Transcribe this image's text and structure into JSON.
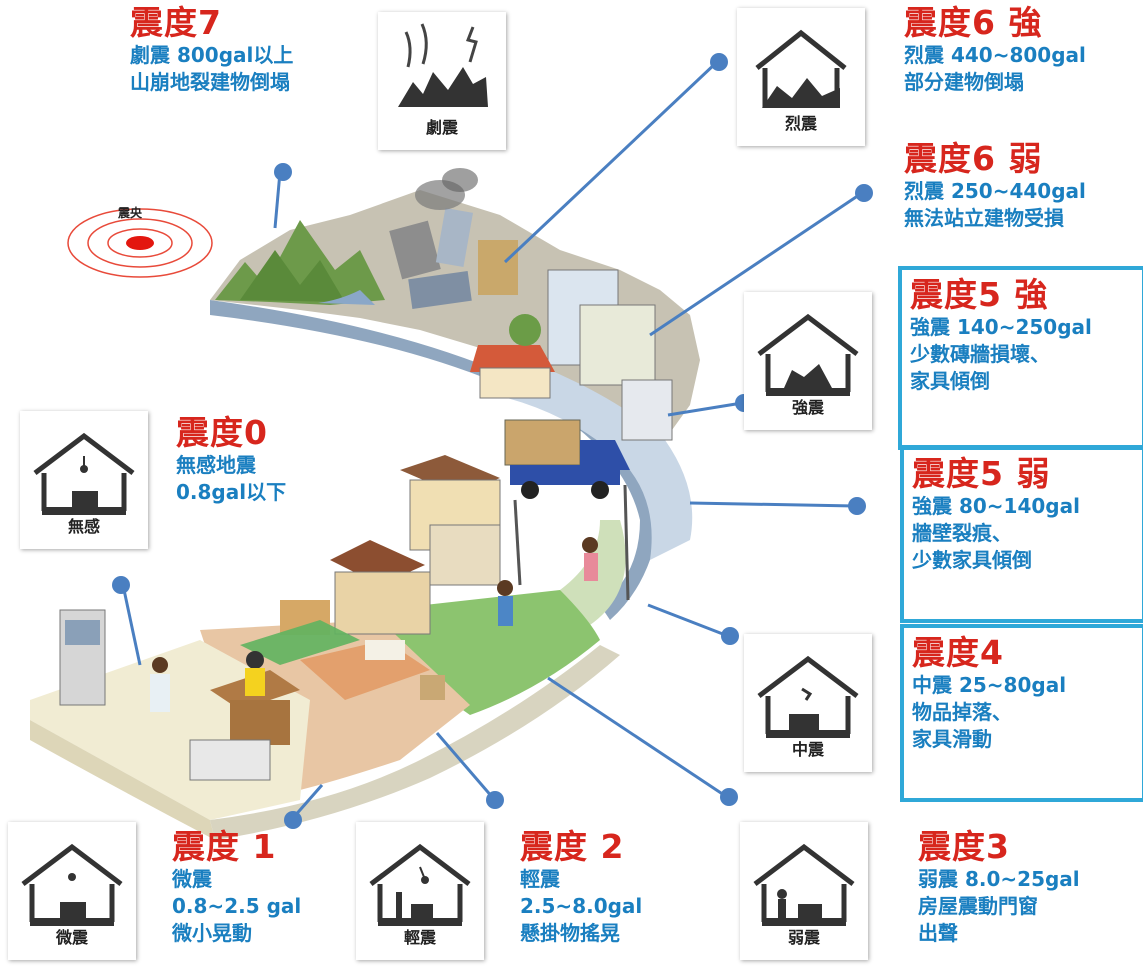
{
  "epicenter_label": "震央",
  "levels": [
    {
      "id": "7",
      "title": "震度7",
      "lines": [
        "劇震 800gal以上",
        "山崩地裂建物倒塌"
      ],
      "card": "劇震",
      "framed": false
    },
    {
      "id": "6s",
      "title": "震度6 強",
      "lines": [
        "烈震 440~800gal",
        "部分建物倒塌"
      ],
      "card": "烈震",
      "framed": false
    },
    {
      "id": "6w",
      "title": "震度6 弱",
      "lines": [
        "烈震 250~440gal",
        "無法站立建物受損"
      ],
      "card": null,
      "framed": false
    },
    {
      "id": "5s",
      "title": "震度5 強",
      "lines": [
        "強震 140~250gal",
        "少數磚牆損壞、",
        "家具傾倒"
      ],
      "card": "強震",
      "framed": true
    },
    {
      "id": "5w",
      "title": "震度5 弱",
      "lines": [
        "強震 80~140gal",
        "牆壁裂痕、",
        "少數家具傾倒"
      ],
      "card": null,
      "framed": true
    },
    {
      "id": "4",
      "title": "震度4",
      "lines": [
        "中震 25~80gal",
        "物品掉落、",
        "家具滑動"
      ],
      "card": "中震",
      "framed": true
    },
    {
      "id": "0",
      "title": "震度0",
      "lines": [
        "無感地震",
        "0.8gal以下"
      ],
      "card": "無感",
      "framed": false
    },
    {
      "id": "1",
      "title": "震度 1",
      "lines": [
        "微震",
        "0.8~2.5 gal",
        "微小晃動"
      ],
      "card": "微震",
      "framed": false
    },
    {
      "id": "2",
      "title": "震度 2",
      "lines": [
        "輕震",
        "2.5~8.0gal",
        "懸掛物搖晃"
      ],
      "card": "輕震",
      "framed": false
    },
    {
      "id": "3",
      "title": "震度3",
      "lines": [
        "弱震 8.0~25gal",
        "房屋震動門窗",
        "出聲"
      ],
      "card": "弱震",
      "framed": false
    }
  ],
  "colors": {
    "title": "#d7261d",
    "text": "#1a7fc0",
    "frame": "#2fa8d8",
    "connector": "#4a7fc1"
  }
}
